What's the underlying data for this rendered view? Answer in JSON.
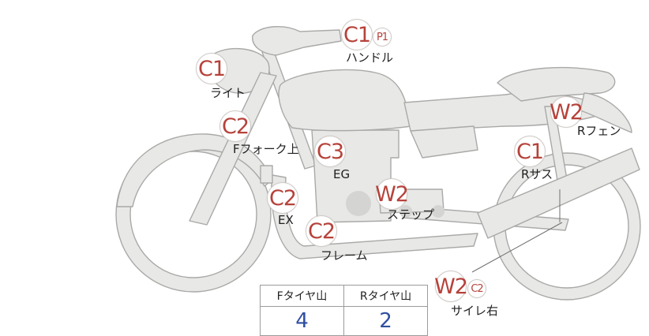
{
  "parts": [
    {
      "id": "handle",
      "label": "ハンドル",
      "codes": [
        "C1",
        "P1"
      ]
    },
    {
      "id": "light",
      "label": "ライト",
      "codes": [
        "C1"
      ]
    },
    {
      "id": "f-fork",
      "label": "Fフォーク上",
      "codes": [
        "C2"
      ]
    },
    {
      "id": "eg",
      "label": "EG",
      "codes": [
        "C3"
      ]
    },
    {
      "id": "ex",
      "label": "EX",
      "codes": [
        "C2"
      ]
    },
    {
      "id": "step",
      "label": "ステップ",
      "codes": [
        "W2"
      ]
    },
    {
      "id": "frame",
      "label": "フレーム",
      "codes": [
        "C2"
      ]
    },
    {
      "id": "r-fender",
      "label": "Rフェン",
      "codes": [
        "W2"
      ]
    },
    {
      "id": "r-sus",
      "label": "Rサス",
      "codes": [
        "C1"
      ]
    },
    {
      "id": "silencer-right",
      "label": "サイレ右",
      "codes": [
        "W2",
        "C2"
      ]
    }
  ],
  "tire_table": {
    "headers": [
      "Fタイヤ山",
      "Rタイヤ山"
    ],
    "values": [
      "4",
      "2"
    ]
  },
  "colors": {
    "code_text": "#b6423a",
    "value_text": "#2f4fa0",
    "bike_fill": "#e8e8e6",
    "bike_stroke": "#a9a9a7"
  }
}
